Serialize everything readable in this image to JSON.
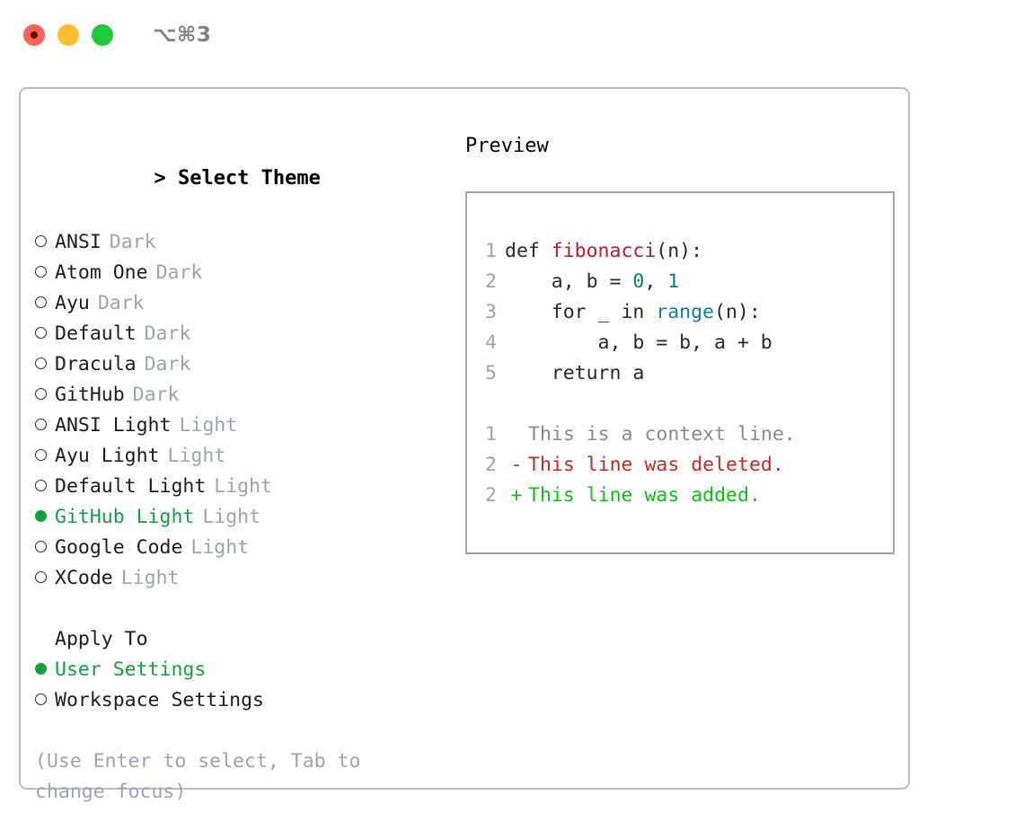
{
  "window": {
    "shortcut": "⌥⌘3",
    "traffic_lights": [
      {
        "name": "close",
        "color": "#ff6159"
      },
      {
        "name": "minimize",
        "color": "#ffbd2e"
      },
      {
        "name": "maximize",
        "color": "#25c73b"
      }
    ]
  },
  "colors": {
    "accent_green": "#10a33d",
    "muted": "#9aa5b1",
    "text": "#1c1c1c",
    "border": "#b5bec9",
    "preview_border": "#9aa5b1",
    "diff_add": "#10c010",
    "diff_del": "#c42b1c",
    "diff_ctx": "#8a8a8a",
    "syntax_fn": "#b31d28",
    "syntax_kw": "#0d7fa8",
    "syntax_num": "#117b6e"
  },
  "theme_list": {
    "prompt": ">",
    "title": "Select Theme",
    "items": [
      {
        "bullet": "○",
        "label": "ANSI",
        "tag": "Dark",
        "selected": false
      },
      {
        "bullet": "○",
        "label": "Atom One",
        "tag": "Dark",
        "selected": false
      },
      {
        "bullet": "○",
        "label": "Ayu",
        "tag": "Dark",
        "selected": false
      },
      {
        "bullet": "○",
        "label": "Default",
        "tag": "Dark",
        "selected": false
      },
      {
        "bullet": "○",
        "label": "Dracula",
        "tag": "Dark",
        "selected": false
      },
      {
        "bullet": "○",
        "label": "GitHub",
        "tag": "Dark",
        "selected": false
      },
      {
        "bullet": "○",
        "label": "ANSI Light",
        "tag": "Light",
        "selected": false
      },
      {
        "bullet": "○",
        "label": "Ayu Light",
        "tag": "Light",
        "selected": false
      },
      {
        "bullet": "○",
        "label": "Default Light",
        "tag": "Light",
        "selected": false
      },
      {
        "bullet": "●",
        "label": "GitHub Light",
        "tag": "Light",
        "selected": true
      },
      {
        "bullet": "○",
        "label": "Google Code",
        "tag": "Light",
        "selected": false
      },
      {
        "bullet": "○",
        "label": "XCode",
        "tag": "Light",
        "selected": false
      }
    ]
  },
  "apply_to": {
    "title": "Apply To",
    "items": [
      {
        "bullet": "●",
        "label": "User Settings",
        "selected": true
      },
      {
        "bullet": "○",
        "label": "Workspace Settings",
        "selected": false
      }
    ]
  },
  "help_text": "(Use Enter to select, Tab to change focus)",
  "preview": {
    "title": "Preview",
    "code_lines": [
      {
        "num": "1",
        "tokens": [
          {
            "t": "def ",
            "c": "plain"
          },
          {
            "t": "fibonacci",
            "c": "fn"
          },
          {
            "t": "(n):",
            "c": "plain"
          }
        ]
      },
      {
        "num": "2",
        "tokens": [
          {
            "t": "    a, b = ",
            "c": "plain"
          },
          {
            "t": "0",
            "c": "num"
          },
          {
            "t": ", ",
            "c": "plain"
          },
          {
            "t": "1",
            "c": "num"
          }
        ]
      },
      {
        "num": "3",
        "tokens": [
          {
            "t": "    for _ in ",
            "c": "plain"
          },
          {
            "t": "range",
            "c": "kw"
          },
          {
            "t": "(n):",
            "c": "plain"
          }
        ]
      },
      {
        "num": "4",
        "tokens": [
          {
            "t": "        a, b = b, a + b",
            "c": "plain"
          }
        ]
      },
      {
        "num": "5",
        "tokens": [
          {
            "t": "    return a",
            "c": "plain"
          }
        ]
      }
    ],
    "diff_lines": [
      {
        "num": "1",
        "mark": " ",
        "text": "This is a context line.",
        "kind": "ctx"
      },
      {
        "num": "2",
        "mark": "-",
        "text": "This line was deleted.",
        "kind": "del"
      },
      {
        "num": "2",
        "mark": "+",
        "text": "This line was added.",
        "kind": "add"
      }
    ]
  }
}
